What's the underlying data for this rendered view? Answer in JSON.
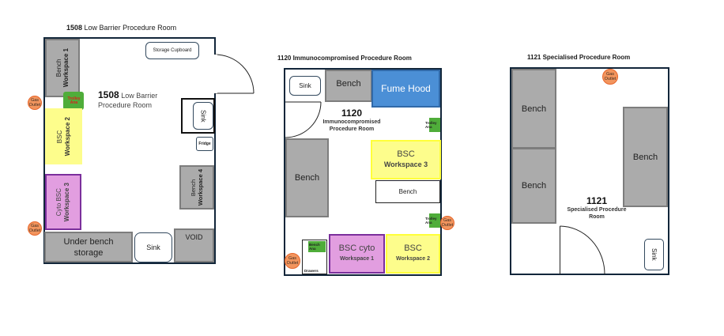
{
  "rooms": {
    "r1508": {
      "title_num": "1508",
      "title_text": "Low Barrier Procedure Room",
      "label_num": "1508",
      "label_text_1": "Low Barrier",
      "label_text_2": "Procedure Room",
      "storage": "Storage Cupboard",
      "ws1_a": "Bench",
      "ws1_b": "Workspace 1",
      "trolley_1": "Trolley",
      "trolley_2": "Ana",
      "ws2_a": "BSC",
      "ws2_b": "Workspace 2",
      "ws3_a": "Cyto BSC",
      "ws3_b": "Workspace 3",
      "ws4_a": "Bench",
      "ws4_b": "Workspace 4",
      "sink_right": "Sink",
      "fridge": "Fridge",
      "under_bench_1": "Under bench",
      "under_bench_2": "storage",
      "sink_bottom": "Sink",
      "void": "VOID",
      "gas_1": "Gas",
      "gas_2": "Outlet"
    },
    "r1120": {
      "title": "1120 Immunocompromised Procedure Room",
      "label_num": "1120",
      "label_text_1": "Immunocompromised",
      "label_text_2": "Procedure Room",
      "sink": "Sink",
      "bench_top": "Bench",
      "fume_hood": "Fume Hood",
      "bench_left": "Bench",
      "ws3_a": "BSC",
      "ws3_b": "Workspace 3",
      "bench_mid": "Bench",
      "trolley_1": "Trolley",
      "trolley_2": "Ana",
      "bench_ana_1": "Bench",
      "bench_ana_2": "Ana",
      "drawers": "Drawers",
      "ws1_a": "BSC cyto",
      "ws1_b": "Workspace 1",
      "ws2_a": "BSC",
      "ws2_b": "Workspace 2",
      "gas_1": "Gas",
      "gas_2": "Outlet"
    },
    "r1121": {
      "title": "1121 Specialised Procedure Room",
      "label_num": "1121",
      "label_text_1": "Specialised Procedure",
      "label_text_2": "Room",
      "bench_1": "Bench",
      "bench_2": "Bench",
      "bench_3": "Bench",
      "sink": "Sink",
      "gas_1": "Gas",
      "gas_2": "Outlet"
    }
  },
  "colors": {
    "wall": "#12263a",
    "bench": "#ababab",
    "bsc": "#fdfd8c",
    "cyto_bsc": "#e29ee0",
    "fume_hood": "#4b8fd6",
    "trolley": "#4fad3a",
    "gas_outlet": "#f2955e"
  }
}
